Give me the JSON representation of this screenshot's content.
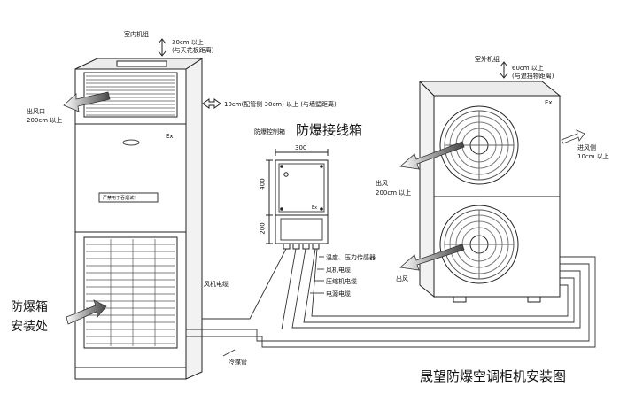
{
  "labels": {
    "indoor_unit": "室内机组",
    "indoor_clearance": "30cm 以上\n(与天花板距离)",
    "outlet_left": "出风口\n200cm 以上",
    "side_clearance": "10cm(配管侧 30cm) 以上 (与墙壁距离)",
    "control_box": "防爆控制箱",
    "junction_box": "防爆接线箱",
    "dim_width": "300",
    "dim_height_upper": "400",
    "dim_height_lower": "200",
    "ex_indoor": "Ex",
    "ex_box": "Ex",
    "ex_outdoor": "Ex",
    "panel_notice": "严禁用于吞烟试!",
    "outdoor_unit": "室外机组",
    "outdoor_clearance": "60cm 以上\n(与遮挡物距离)",
    "inlet_side": "进风侧\n10cm 以上",
    "outlet_upper": "出风\n200cm 以上",
    "outlet_lower": "出风",
    "sensor_cable": "温度、压力传感器",
    "fan_cable": "风机电缆",
    "compressor_cable": "压缩机电缆",
    "power_cable": "电源电缆",
    "fan_cable_left": "风机电缆",
    "refrigerant_pipe": "冷媒管",
    "install_location": "防爆箱\n安装处",
    "title": "晟望防爆空调柜机安装图"
  }
}
